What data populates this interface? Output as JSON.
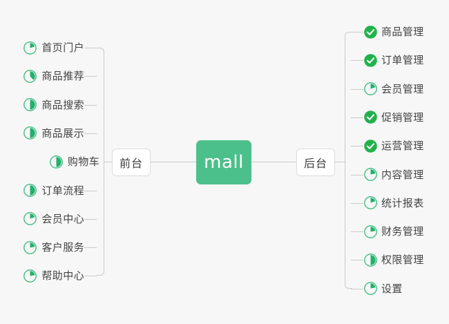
{
  "diagram": {
    "type": "mindmap",
    "background_color": "#f7f7f7",
    "accent_color": "#4cc08a",
    "done_color": "#22b24c",
    "line_color": "#c9c9c9",
    "text_color": "#434343"
  },
  "center": {
    "label": "mall"
  },
  "branches": [
    {
      "id": "frontend",
      "side": "left",
      "label": "前台",
      "items": [
        {
          "label": "首页门户",
          "icon": "pie-progress-icon",
          "progress": 20,
          "status": "in-progress"
        },
        {
          "label": "商品推荐",
          "icon": "pie-progress-icon",
          "progress": 38,
          "status": "in-progress"
        },
        {
          "label": "商品搜索",
          "icon": "pie-progress-icon",
          "progress": 50,
          "status": "in-progress"
        },
        {
          "label": "商品展示",
          "icon": "pie-progress-icon",
          "progress": 50,
          "status": "in-progress"
        },
        {
          "label": "购物车",
          "icon": "pie-progress-icon",
          "progress": 50,
          "status": "in-progress"
        },
        {
          "label": "订单流程",
          "icon": "pie-progress-icon",
          "progress": 50,
          "status": "in-progress"
        },
        {
          "label": "会员中心",
          "icon": "pie-progress-icon",
          "progress": 20,
          "status": "in-progress"
        },
        {
          "label": "客户服务",
          "icon": "pie-progress-icon",
          "progress": 22,
          "status": "in-progress"
        },
        {
          "label": "帮助中心",
          "icon": "pie-progress-icon",
          "progress": 22,
          "status": "in-progress"
        }
      ]
    },
    {
      "id": "backend",
      "side": "right",
      "label": "后台",
      "items": [
        {
          "label": "商品管理",
          "icon": "check-circle-icon",
          "progress": 100,
          "status": "done"
        },
        {
          "label": "订单管理",
          "icon": "check-circle-icon",
          "progress": 100,
          "status": "done"
        },
        {
          "label": "会员管理",
          "icon": "pie-progress-icon",
          "progress": 20,
          "status": "in-progress"
        },
        {
          "label": "促销管理",
          "icon": "check-circle-icon",
          "progress": 100,
          "status": "done"
        },
        {
          "label": "运营管理",
          "icon": "check-circle-icon",
          "progress": 100,
          "status": "done"
        },
        {
          "label": "内容管理",
          "icon": "pie-progress-icon",
          "progress": 22,
          "status": "in-progress"
        },
        {
          "label": "统计报表",
          "icon": "pie-progress-icon",
          "progress": 20,
          "status": "in-progress"
        },
        {
          "label": "财务管理",
          "icon": "pie-progress-icon",
          "progress": 22,
          "status": "in-progress"
        },
        {
          "label": "权限管理",
          "icon": "pie-progress-icon",
          "progress": 50,
          "status": "in-progress"
        },
        {
          "label": "设置",
          "icon": "pie-progress-icon",
          "progress": 22,
          "status": "in-progress"
        }
      ]
    }
  ]
}
